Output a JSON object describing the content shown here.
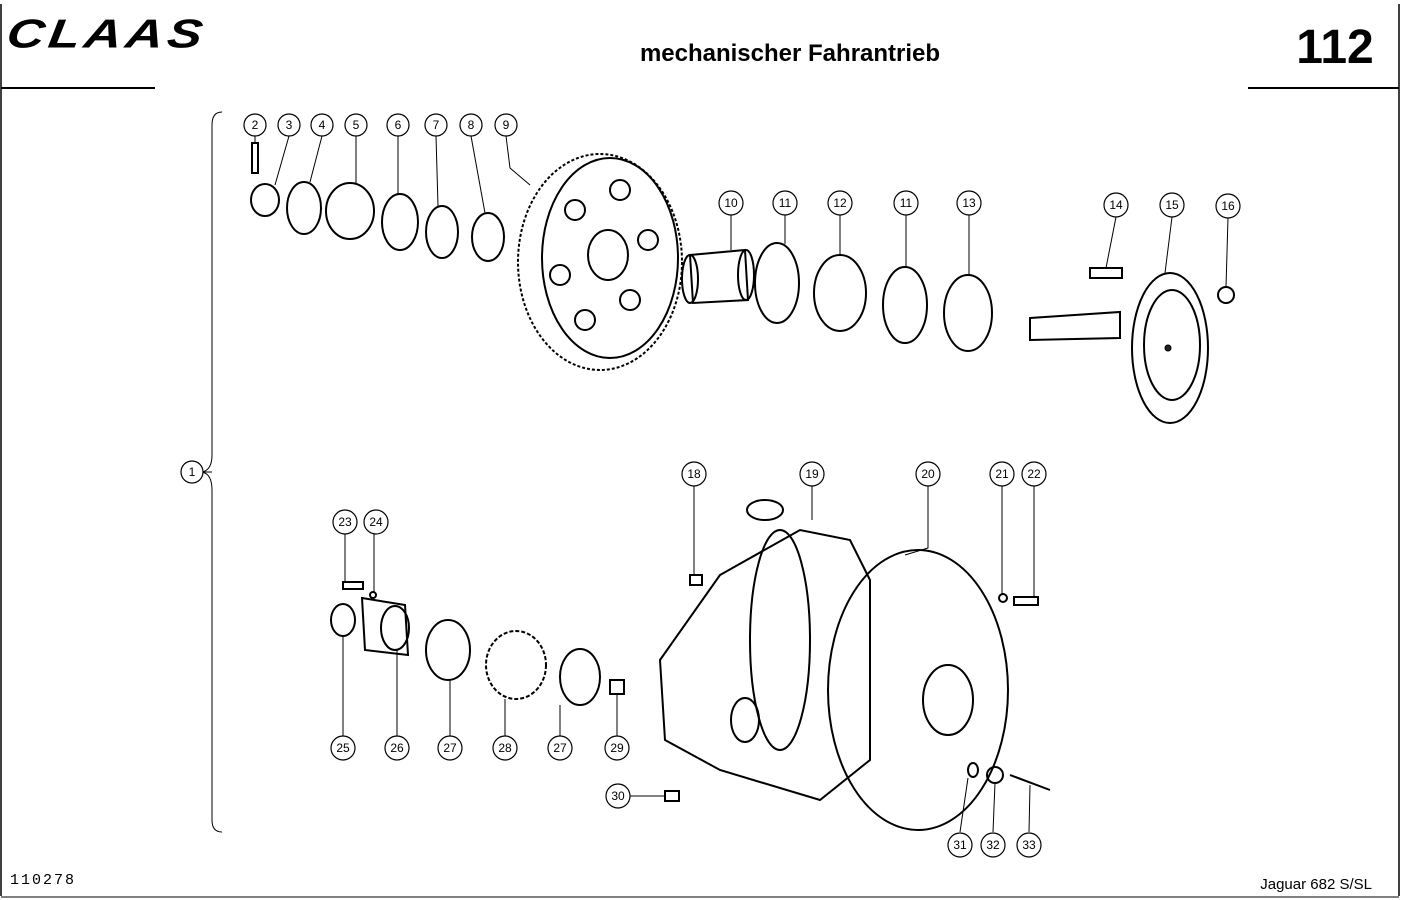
{
  "header": {
    "brand": "CLAAS",
    "title": "mechanischer Fahrantrieb",
    "page_number": "112"
  },
  "footer": {
    "document_number": "110278",
    "model": "Jaguar 682 S/SL"
  },
  "callouts": [
    "1",
    "2",
    "3",
    "4",
    "5",
    "6",
    "7",
    "8",
    "9",
    "10",
    "11",
    "12",
    "11",
    "13",
    "14",
    "15",
    "16",
    "18",
    "19",
    "20",
    "21",
    "22",
    "23",
    "24",
    "25",
    "26",
    "27",
    "28",
    "27",
    "29",
    "30",
    "31",
    "32",
    "33"
  ]
}
